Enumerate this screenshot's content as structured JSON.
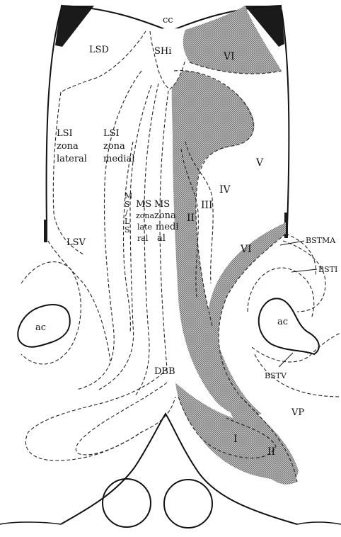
{
  "labels": {
    "cc": "cc",
    "lsd": "LSD",
    "shi": "SHi",
    "vi_top": "VI",
    "lsi_lat_1": "LSI",
    "lsi_lat_2": "zona",
    "lsi_lat_3": "lateral",
    "lsi_med_1": "LSI",
    "lsi_med_2": "zona",
    "lsi_med_3": "medial",
    "v": "V",
    "iv": "IV",
    "iii": "III",
    "ii_upper": "II",
    "msls_chars": [
      "M",
      "S",
      "/",
      "L",
      "S"
    ],
    "ms_lat_1": "MS",
    "ms_lat_2": "zona",
    "ms_lat_3": "late",
    "ms_lat_4": "ral",
    "ms_med_1": "MS",
    "ms_med_2": "zona",
    "ms_med_3": "medi",
    "ms_med_4": "al",
    "lsv": "LSV",
    "vi_lower": "VI",
    "bstma": "BSTMA",
    "bsti": "BSTI",
    "ac_left": "ac",
    "ac_right": "ac",
    "dbb": "DBB",
    "bstv": "BSTV",
    "vp": "VP",
    "i": "I",
    "ii_lower": "II"
  },
  "colors": {
    "ventricle_fill": "#1a1a1a",
    "hatch_stroke": "#5a5a5a",
    "line": "#222222"
  }
}
